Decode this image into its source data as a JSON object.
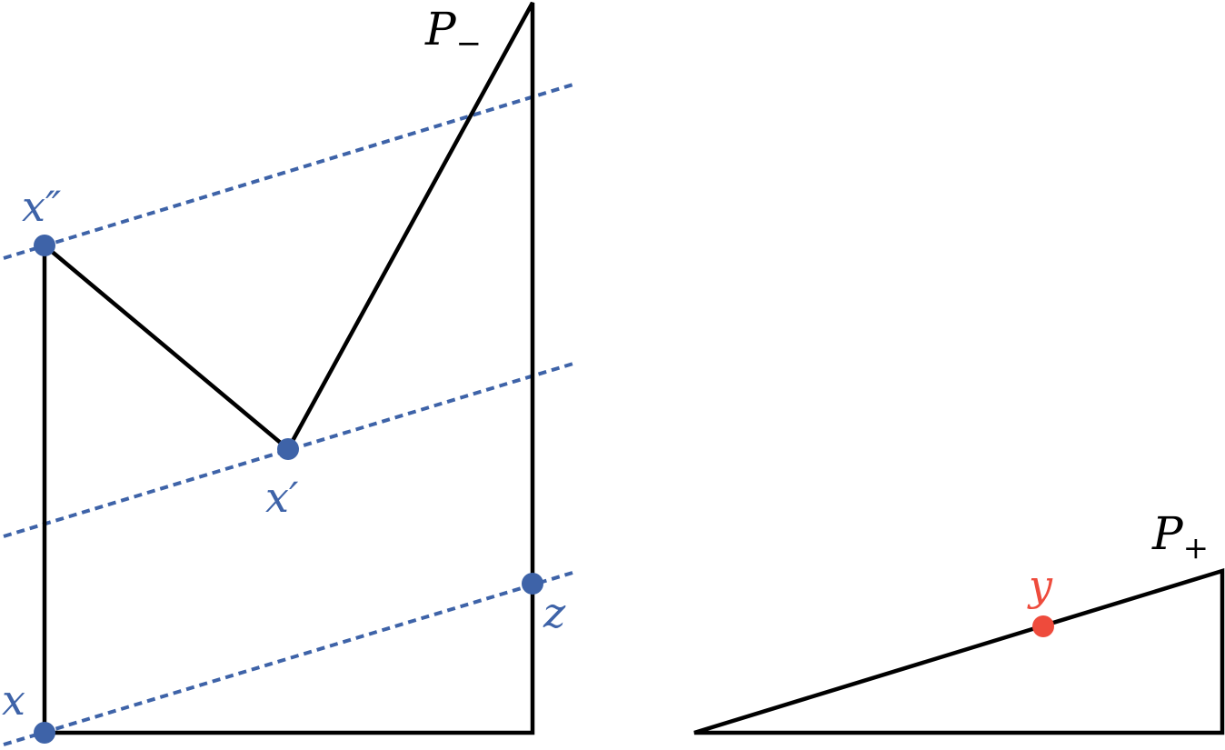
{
  "colors": {
    "polygon": "#000000",
    "level_line": "#3e63a8",
    "point_blue": "#3e63a8",
    "point_red": "#ee4b3c",
    "label_black": "#000000",
    "label_blue": "#3e63a8",
    "label_red": "#ee4b3c"
  },
  "labels": {
    "p_minus": {
      "base": "P",
      "sub": "−"
    },
    "p_plus": {
      "base": "P",
      "sub": "+"
    },
    "x_double_prime": "x″",
    "x_prime": "x′",
    "x": "x",
    "z": "z",
    "y": "y"
  }
}
